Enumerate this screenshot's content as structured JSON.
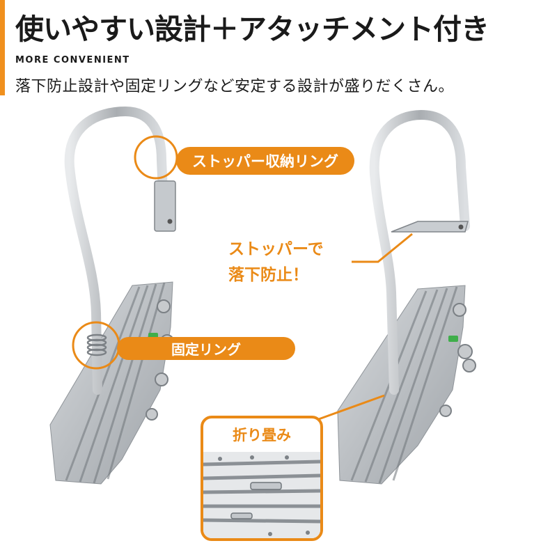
{
  "header": {
    "title": "使いやすい設計＋アタッチメント付き",
    "subtitle_en": "MORE CONVENIENT",
    "description": "落下防止設計や固定リングなど安定する設計が盛りだくさん。"
  },
  "callouts": {
    "stopper_storage_ring": "ストッパー収納リング",
    "fixing_ring": "固定リング",
    "fall_prevention_line1": "ストッパーで",
    "fall_prevention_line2": "落下防止！",
    "folding": "折り畳み"
  },
  "colors": {
    "accent": "#ea8a17",
    "text": "#1a1a1a",
    "steel": "#b9bcbf"
  }
}
